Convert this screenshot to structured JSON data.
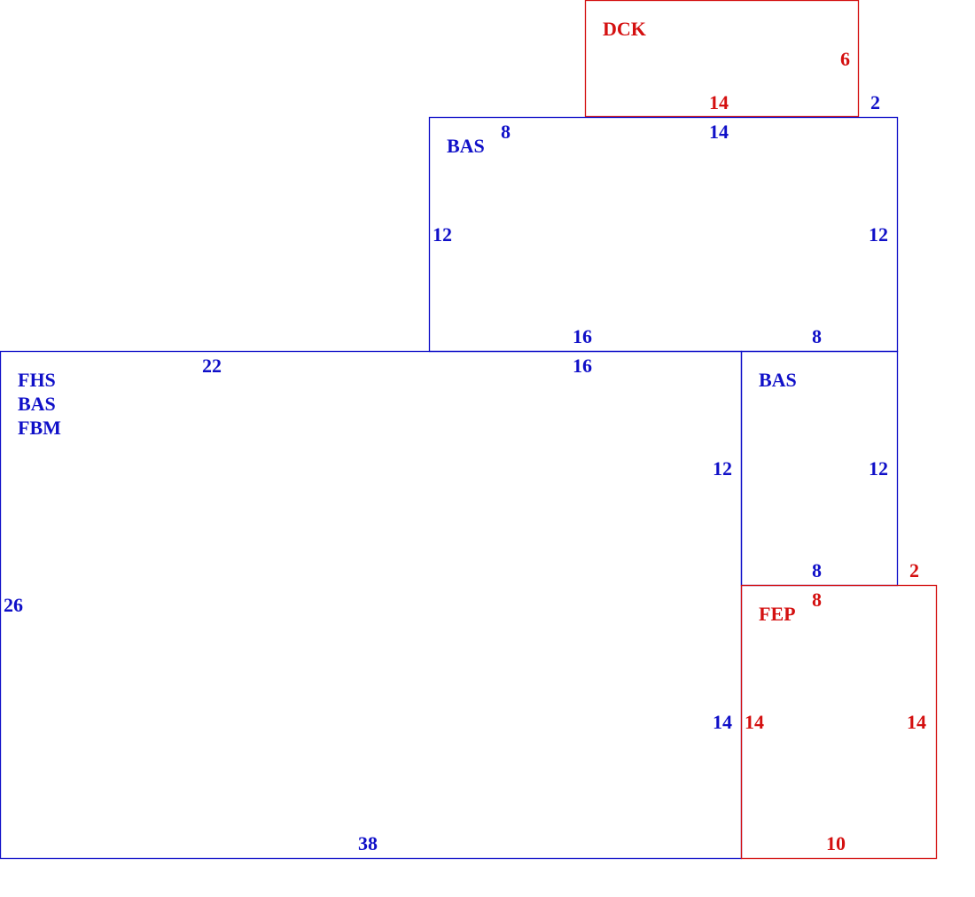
{
  "colors": {
    "blue": "#1010c8",
    "red": "#d41010"
  },
  "areas": [
    {
      "id": "dck",
      "color": "red",
      "codes": [
        "DCK"
      ],
      "dims": [
        "6",
        "14",
        "2"
      ]
    },
    {
      "id": "bas-upper",
      "color": "blue",
      "codes": [
        "BAS"
      ],
      "dims": [
        "8",
        "14",
        "12",
        "12",
        "16",
        "8"
      ]
    },
    {
      "id": "main",
      "color": "blue",
      "codes": [
        "FHS",
        "BAS",
        "FBM"
      ],
      "dims": [
        "22",
        "16",
        "12",
        "26",
        "14",
        "38"
      ]
    },
    {
      "id": "bas-right",
      "color": "blue",
      "codes": [
        "BAS"
      ],
      "dims": [
        "12",
        "8"
      ]
    },
    {
      "id": "fep",
      "color": "red",
      "codes": [
        "FEP"
      ],
      "dims": [
        "2",
        "8",
        "14",
        "14",
        "10"
      ]
    }
  ]
}
